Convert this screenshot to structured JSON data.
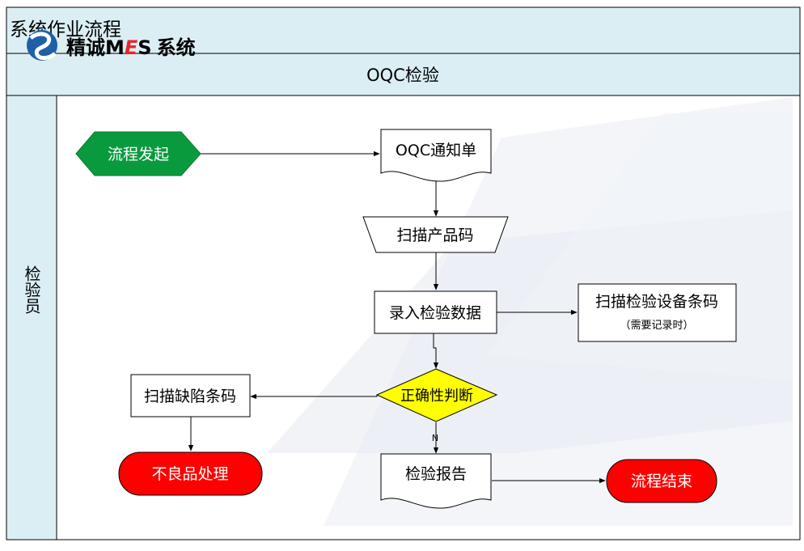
{
  "header": {
    "title": "系统作业流程",
    "logo_text_1": "精诚",
    "logo_text_m": "M",
    "logo_text_e": "E",
    "logo_text_s": "S",
    "logo_text_2": "系统"
  },
  "process": {
    "name": "OQC检验"
  },
  "lane": {
    "role": "检验员"
  },
  "nodes": {
    "start": "流程发起",
    "notice": "OQC通知单",
    "scan_product": "扫描产品码",
    "enter_data": "录入检验数据",
    "scan_equipment": "扫描检验设备条码",
    "scan_equipment_note": "（需要记录时）",
    "decision": "正确性判断",
    "scan_defect": "扫描缺陷条码",
    "defect_handling": "不良品处理",
    "report": "检验报告",
    "end": "流程结束"
  },
  "edges": {
    "no_label": "N"
  },
  "colors": {
    "header_bg": "#daeef3",
    "start_fill": "#0a9a3e",
    "end_fill": "#ff0000",
    "decision_fill": "#ffff00",
    "logo_blue": "#1f5fa8",
    "logo_red": "#e8262a"
  }
}
